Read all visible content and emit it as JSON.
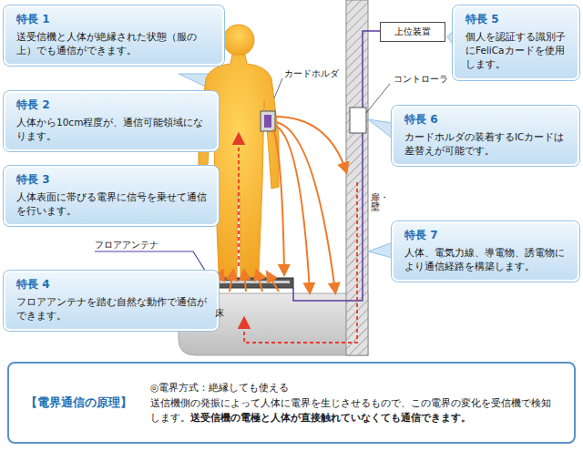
{
  "diagram": {
    "nodes": [
      {
        "text": [
          "特長 1",
          "送受信機と人体が絶縁された状態（服の上）でも通信ができます。"
        ]
      },
      {
        "text": [
          "特長 2",
          "人体から10cm程度が、通信可能領域になります。"
        ]
      },
      {
        "text": [
          "特長 3",
          "人体表面に帯びる電界に信号を乗せて通信を行います。"
        ]
      },
      {
        "text": [
          "特長 4",
          "フロアアンテナを踏む自然な動作で通信ができます。"
        ]
      },
      {
        "text": [
          "上位装置"
        ]
      },
      {
        "text": [
          "特長 5",
          "個人を認証する識別子にFeliCaカードを使用します。"
        ]
      },
      {
        "text": [
          "特長 6",
          "カードホルダの装着するICカードは差替えが可能です。"
        ]
      },
      {
        "text": [
          "特長 7",
          "人体、電気力線、導電物、誘電物により通信経路を構築します。"
        ]
      },
      {
        "text": [
          "【電界通信の原理】",
          "◎電界方式：絶縁しても使える",
          "送信機側の発振によって人体に電界を生じさせるもので、この電界の変化を受信機で検知します。",
          "送受信機の電極と人体が直接触れていなくても通信できます。"
        ]
      }
    ],
    "labels": [
      "カードホルダ",
      "コントローラ",
      "フロアアンテナ",
      "扉・壁",
      "床"
    ]
  }
}
